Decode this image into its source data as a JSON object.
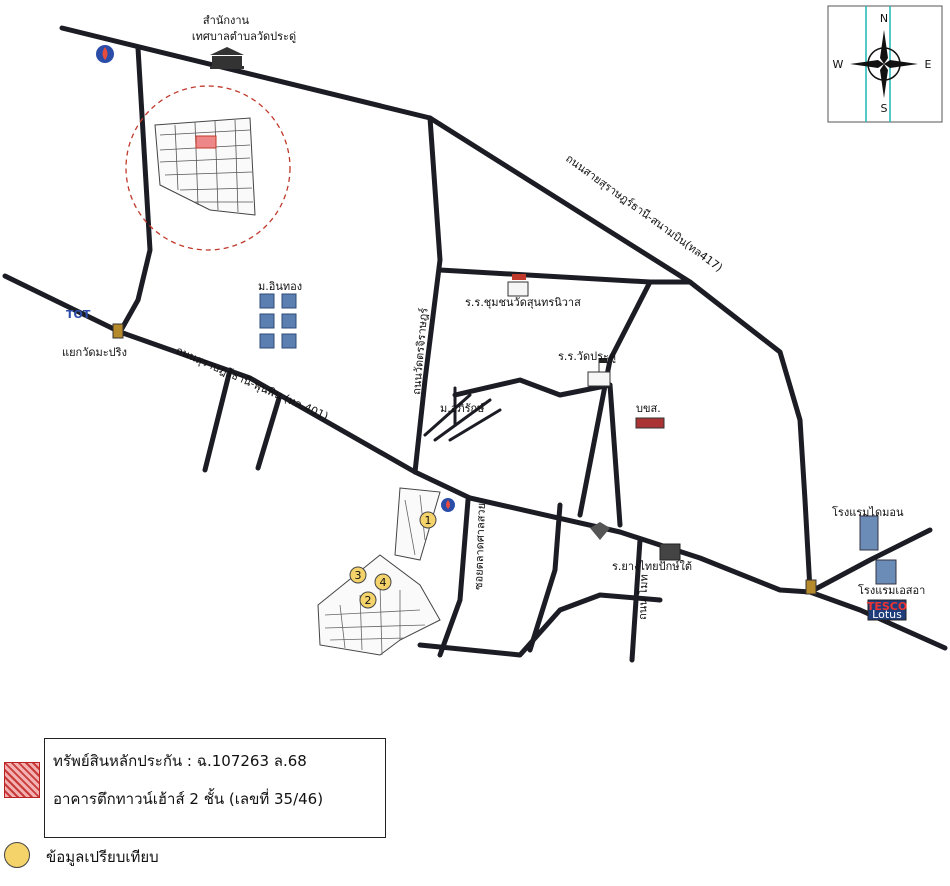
{
  "labels": {
    "office_line1": "สำนักงาน",
    "office_line2": "เทศบาลตำบลวัดประดู่",
    "tot": "TOT",
    "junction": "แยกวัดมะปริง",
    "moobaan": "ม.อินทอง",
    "road_401": "ถนนสุราษฎร์ธานี-พุนพิน (ทล.401)",
    "road_417": "ถนนสายสุราษฎร์ธานี-สนามบิน(ทล417)",
    "road_watprachaniwat": "ถนนวัดตรจิราษฎร์",
    "road_talad": "ซอยตลาดศาลสวย",
    "road_moo": "ถนน โมท",
    "school_1": "ร.ร.ชุมชนวัดสุนทรนิวาส",
    "school_2": "ร.ร.วัดประดู่",
    "school_3": "ม.อภิรักษ์",
    "bkk": "บขส.",
    "store": "ร.ยางไทยปักษ์ใต้",
    "hotel_1": "โรงแรมไดมอน",
    "hotel_2": "โรงแรมเอสอา",
    "lotus_brand": "TESCO",
    "lotus_name": "Lotus"
  },
  "compass": {
    "n": "N",
    "s": "S",
    "e": "E",
    "w": "W"
  },
  "markers": [
    "1",
    "2",
    "3",
    "4"
  ],
  "legend": {
    "line1": "ทรัพย์สินหลักประกัน : ฉ.107263 ล.68",
    "line2": "อาคารตึกทาวน์เฮ้าส์ 2 ชั้น  (เลขที่ 35/46)",
    "comparison": "ข้อมูลเปรียบเทียบ"
  },
  "colors": {
    "road": "#1c1c24",
    "subject_circle": "#c0392b",
    "marker_fill": "#f3d36a",
    "compass_line": "#1fb5b5",
    "building": "#5b7fb0"
  }
}
